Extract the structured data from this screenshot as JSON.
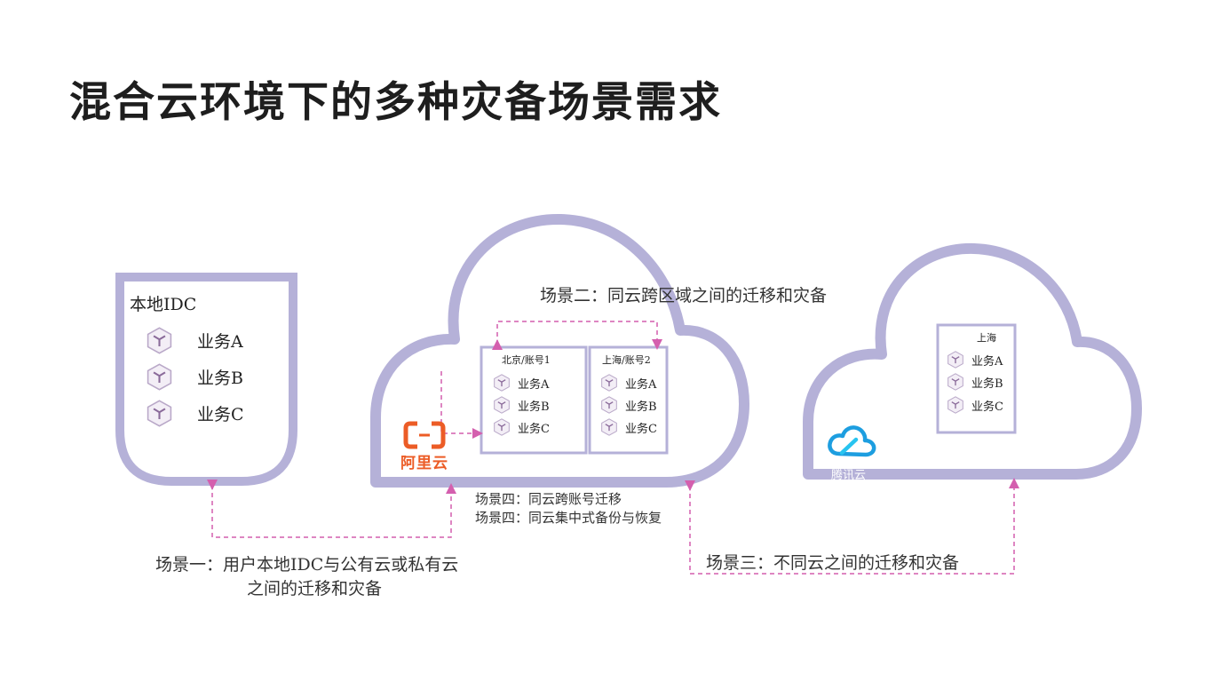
{
  "title": "混合云环境下的多种灾备场景需求",
  "idc": {
    "title": "本地IDC",
    "services": [
      "业务A",
      "业务B",
      "业务C"
    ]
  },
  "aliyun": {
    "logo_text": "阿里云",
    "regions": [
      {
        "title": "北京/账号1",
        "services": [
          "业务A",
          "业务B",
          "业务C"
        ]
      },
      {
        "title": "上海/账号2",
        "services": [
          "业务A",
          "业务B",
          "业务C"
        ]
      }
    ]
  },
  "tencent": {
    "logo_text": "腾讯云",
    "region": {
      "title": "上海",
      "services": [
        "业务A",
        "业务B",
        "业务C"
      ]
    }
  },
  "scenarios": {
    "scene1_line1": "场景一：用户本地IDC与公有云或私有云",
    "scene1_line2": "之间的迁移和灾备",
    "scene2": "场景二：同云跨区域之间的迁移和灾备",
    "scene3": "场景三：不同云之间的迁移和灾备",
    "scene4_line1": "场景四：同云跨账号迁移",
    "scene4_line2": "场景四：同云集中式备份与恢复"
  },
  "colors": {
    "cloud_stroke": "#b5b1d8",
    "arrow": "#d45fae",
    "aliyun_orange": "#ec5c26",
    "tencent_blue": "#1d9ee0",
    "service_icon": "#8a6a9a"
  },
  "icons": {
    "service": "cube-icon",
    "aliyun": "aliyun-logo-icon",
    "tencent": "tencent-cloud-logo-icon"
  }
}
